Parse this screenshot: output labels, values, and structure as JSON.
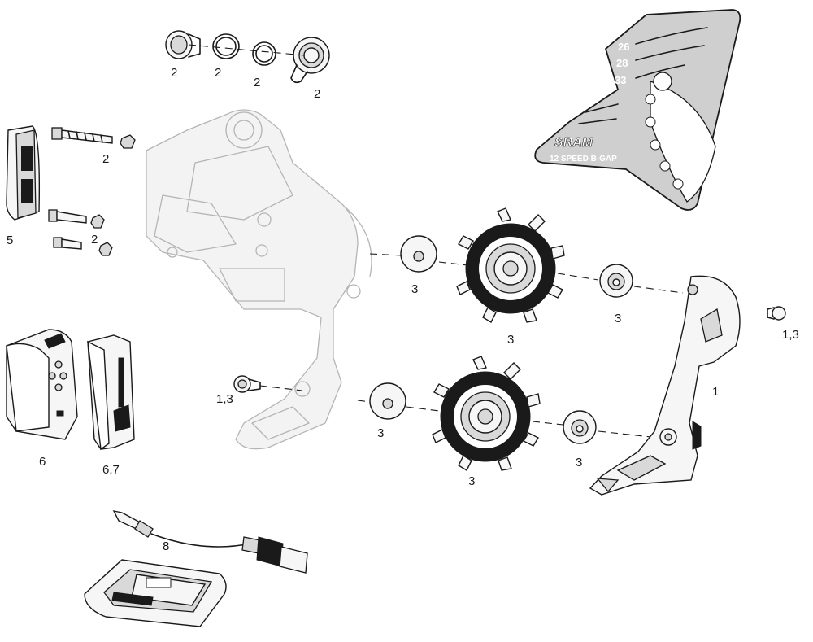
{
  "guard": {
    "brand": "SRAM",
    "model": "12 SPEED B-GAP",
    "sizes": [
      "26",
      "28",
      "33"
    ]
  },
  "callouts": [
    {
      "id": "c-2a",
      "text": "2"
    },
    {
      "id": "c-2b",
      "text": "2"
    },
    {
      "id": "c-2c",
      "text": "2"
    },
    {
      "id": "c-2d",
      "text": "2"
    },
    {
      "id": "c-2e",
      "text": "2"
    },
    {
      "id": "c-2f",
      "text": "2"
    },
    {
      "id": "c-5",
      "text": "5"
    },
    {
      "id": "c-3a",
      "text": "3"
    },
    {
      "id": "c-3b",
      "text": "3"
    },
    {
      "id": "c-3c",
      "text": "3"
    },
    {
      "id": "c-13a",
      "text": "1,3"
    },
    {
      "id": "c-13b",
      "text": "1,3"
    },
    {
      "id": "c-1",
      "text": "1"
    },
    {
      "id": "c-3d",
      "text": "3"
    },
    {
      "id": "c-3e",
      "text": "3"
    },
    {
      "id": "c-3f",
      "text": "3"
    },
    {
      "id": "c-6",
      "text": "6"
    },
    {
      "id": "c-67",
      "text": "6,7"
    },
    {
      "id": "c-8",
      "text": "8"
    }
  ]
}
